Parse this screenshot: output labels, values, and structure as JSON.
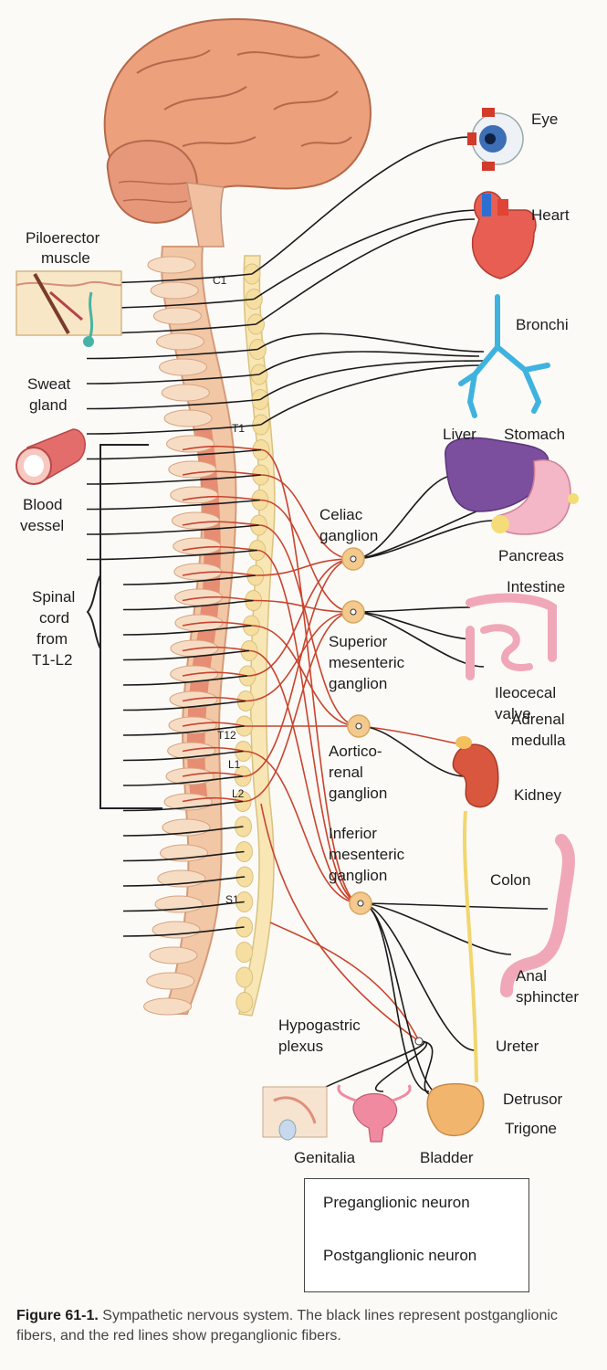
{
  "labels": {
    "eye": "Eye",
    "heart": "Heart",
    "bronchi": "Bronchi",
    "liver": "Liver",
    "stomach": "Stomach",
    "pancreas": "Pancreas",
    "intestine": "Intestine",
    "ileocecal_valve_1": "Ileocecal",
    "ileocecal_valve_2": "valve",
    "adrenal_medulla_1": "Adrenal",
    "adrenal_medulla_2": "medulla",
    "kidney": "Kidney",
    "colon": "Colon",
    "anal_sphincter_1": "Anal",
    "anal_sphincter_2": "sphincter",
    "ureter": "Ureter",
    "detrusor": "Detrusor",
    "trigone": "Trigone",
    "bladder": "Bladder",
    "genitalia": "Genitalia",
    "piloerector_1": "Piloerector",
    "piloerector_2": "muscle",
    "sweat_gland_1": "Sweat",
    "sweat_gland_2": "gland",
    "blood_vessel_1": "Blood",
    "blood_vessel_2": "vessel",
    "spinal_cord_1": "Spinal",
    "spinal_cord_2": "cord",
    "spinal_cord_3": "from",
    "spinal_cord_4": "T1-L2",
    "celiac_1": "Celiac",
    "celiac_2": "ganglion",
    "superior_mes_1": "Superior",
    "superior_mes_2": "mesenteric",
    "superior_mes_3": "ganglion",
    "aortico_1": "Aortico-",
    "aortico_2": "renal",
    "aortico_3": "ganglion",
    "inferior_mes_1": "Inferior",
    "inferior_mes_2": "mesenteric",
    "inferior_mes_3": "ganglion",
    "hypogastric_1": "Hypogastric",
    "hypogastric_2": "plexus",
    "c1": "C1",
    "t1": "T1",
    "t12": "T12",
    "l1": "L1",
    "l2": "L2",
    "s1": "S1"
  },
  "legend": {
    "preganglionic": "Preganglionic neuron",
    "postganglionic": "Postganglionic neuron"
  },
  "caption": {
    "figure": "Figure 61-1.",
    "text": "Sympathetic nervous system. The black lines represent postganglionic fibers, and the red lines show preganglionic fibers."
  },
  "colors": {
    "preganglionic": "#c8442f",
    "postganglionic": "#1a1a1a",
    "brain": "#e99d78",
    "spinal_cord": "#f1c7a6",
    "ganglia_chain": "#f8e6b5"
  }
}
